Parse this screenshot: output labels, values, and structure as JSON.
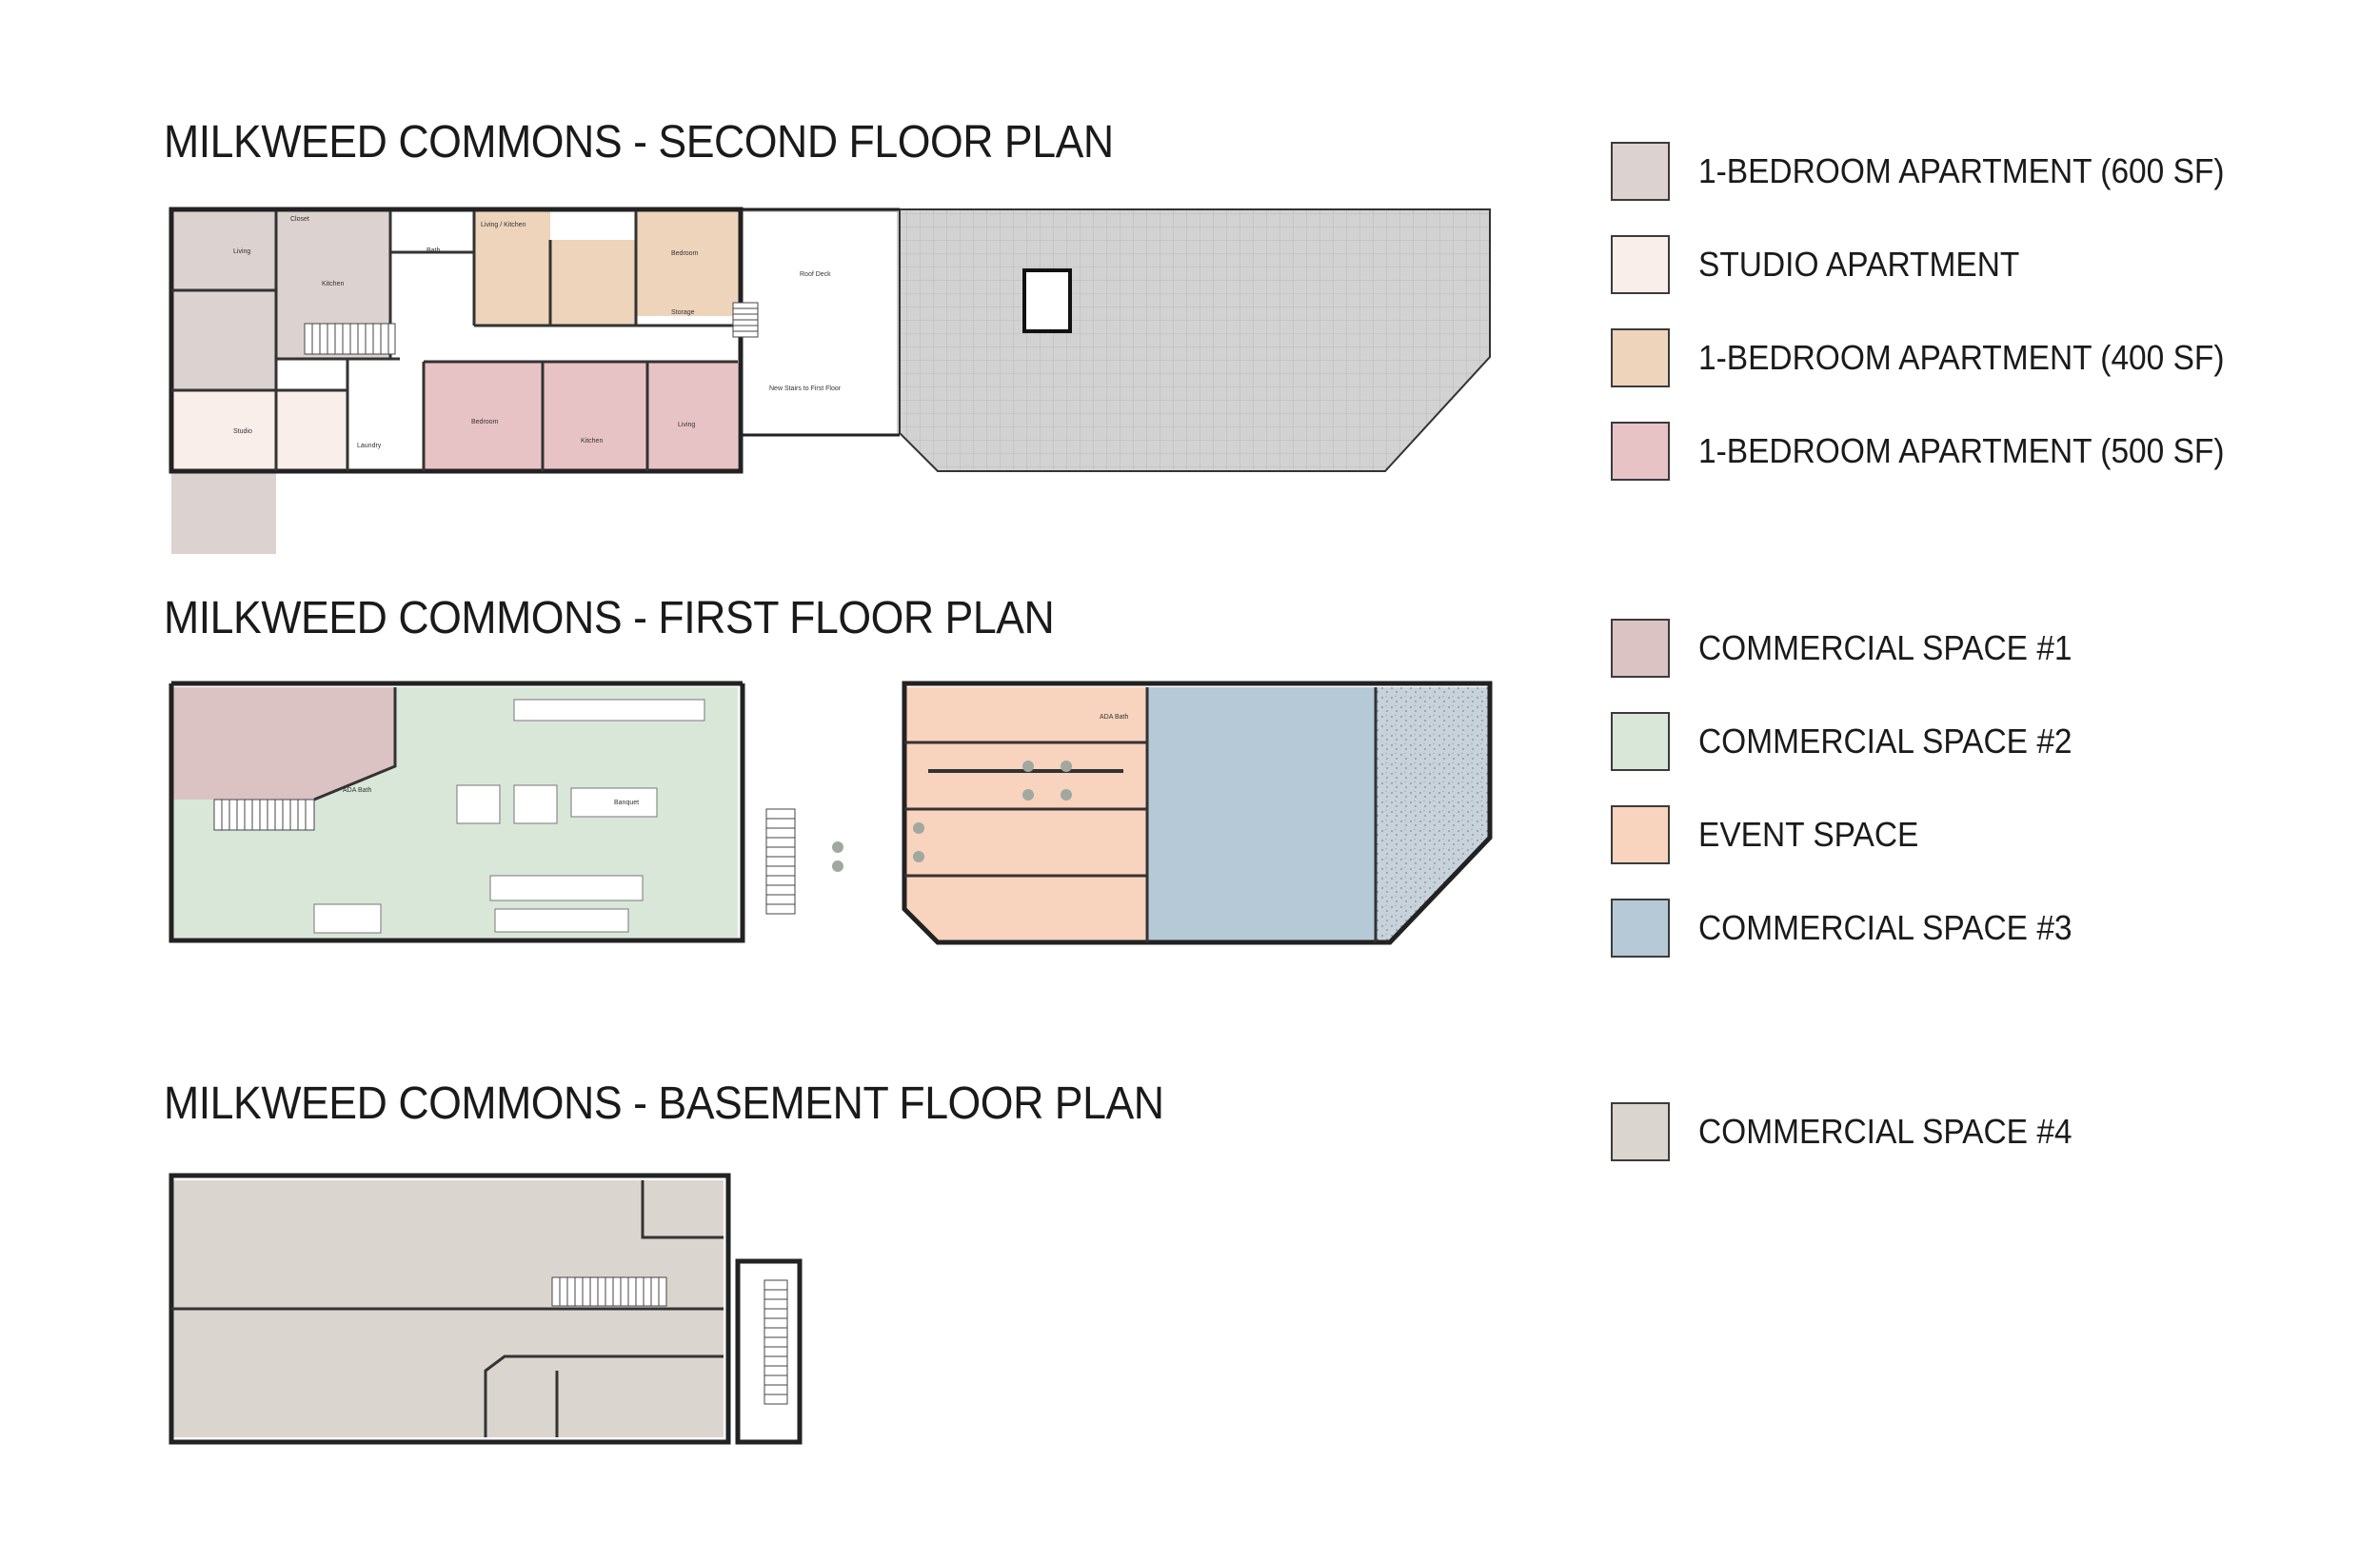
{
  "plans": {
    "second": {
      "title": "MILKWEED COMMONS - SECOND FLOOR PLAN"
    },
    "first": {
      "title": "MILKWEED COMMONS - FIRST FLOOR PLAN"
    },
    "basement": {
      "title": "MILKWEED COMMONS - BASEMENT FLOOR PLAN"
    }
  },
  "room_labels": {
    "living": "Living",
    "closet": "Closet",
    "kitchen": "Kitchen",
    "bath": "Bath",
    "living_kitchen": "Living / Kitchen",
    "bedroom": "Bedroom",
    "storage": "Storage",
    "studio": "Studio",
    "laundry": "Laundry",
    "roof_deck": "Roof Deck",
    "new_stairs": "New Stairs to First Floor",
    "ada_bath": "ADA Bath",
    "banquet": "Banquet"
  },
  "legend": {
    "second": [
      {
        "label": "1-BEDROOM APARTMENT (600 SF)",
        "color": "#dcd2cf"
      },
      {
        "label": "STUDIO APARTMENT",
        "color": "#f9eeea"
      },
      {
        "label": "1-BEDROOM APARTMENT (400 SF)",
        "color": "#edd4bb"
      },
      {
        "label": "1-BEDROOM APARTMENT (500 SF)",
        "color": "#e8c3c6"
      }
    ],
    "first": [
      {
        "label": "COMMERCIAL SPACE #1",
        "color": "#dbc3c3"
      },
      {
        "label": "COMMERCIAL SPACE #2",
        "color": "#d9e7d9"
      },
      {
        "label": "EVENT SPACE",
        "color": "#f8d3bd"
      },
      {
        "label": "COMMERCIAL SPACE #3",
        "color": "#b5c9d6"
      }
    ],
    "basement": [
      {
        "label": "COMMERCIAL SPACE #4",
        "color": "#dbd5d0"
      }
    ]
  }
}
